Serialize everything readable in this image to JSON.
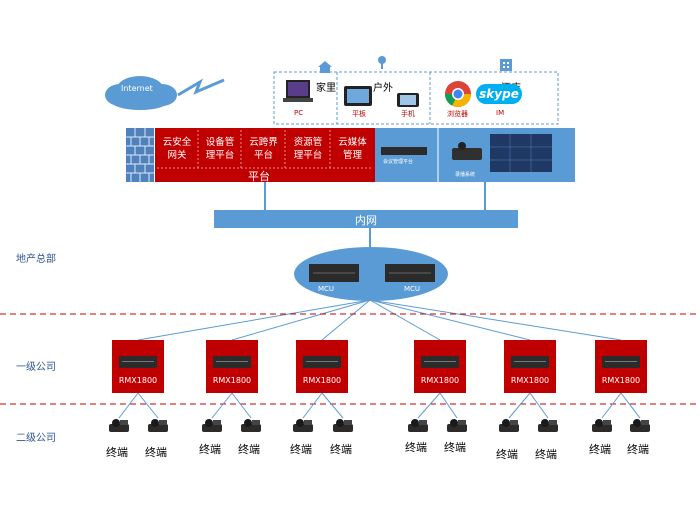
{
  "cloud": {
    "label": "Internet"
  },
  "locations": {
    "home": "家里",
    "outdoor": "户外",
    "hotel": "酒店"
  },
  "devices": {
    "pc": "PC",
    "tablet": "平板",
    "phone": "手机",
    "browser": "浏览器",
    "im": "IM",
    "skype": "skype"
  },
  "platform": {
    "cells": [
      "云安全\n网关",
      "设备管\n理平台",
      "云跨界\n平台",
      "资源管\n理平台",
      "云媒体\n管理"
    ],
    "label": "平台",
    "conference_mgmt": "会议管理平台",
    "recording": "录播系统"
  },
  "intranet": {
    "label": "内网"
  },
  "hq": {
    "mcu_labels": [
      "MCU",
      "MCU"
    ]
  },
  "levels": {
    "hq": "地产总部",
    "level1": "一级公司",
    "level2": "二级公司"
  },
  "rmx_label": "RMX1800",
  "terminal_label": "终端",
  "colors": {
    "red": "#c00000",
    "blue": "#5b9bd5",
    "dash": "#c00000",
    "level_text": "#2f5597"
  }
}
